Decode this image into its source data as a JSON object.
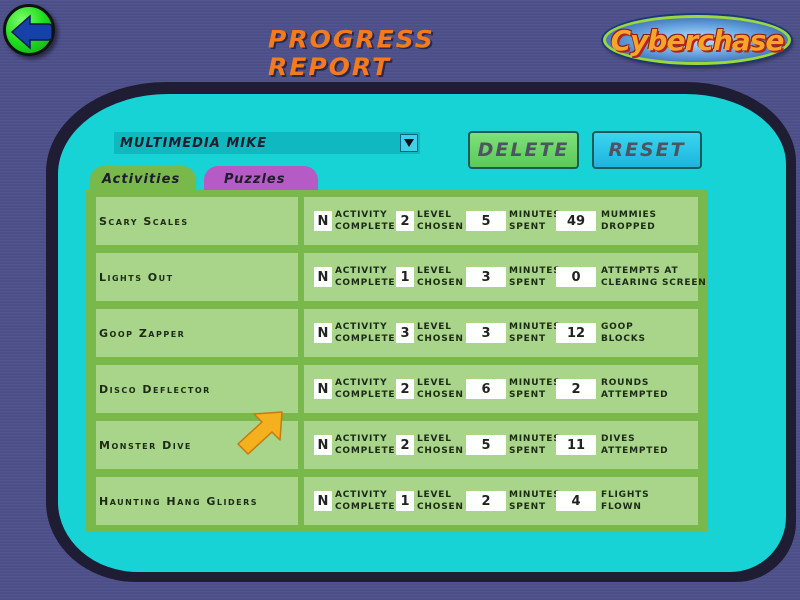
{
  "header": {
    "title": "Progress Report",
    "logo_text": "Cyberchase",
    "back_button_icon": "back-arrow-icon"
  },
  "controls": {
    "player_selected": "Multimedia Mike",
    "delete_label": "Delete",
    "reset_label": "Reset"
  },
  "tabs": [
    {
      "label": "Activities",
      "active": true
    },
    {
      "label": "Puzzles",
      "active": false
    }
  ],
  "labels": {
    "activity_complete": [
      "Activity",
      "Complete"
    ],
    "level_chosen": [
      "Level",
      "Chosen"
    ],
    "minutes_spent": [
      "Minutes",
      "Spent"
    ]
  },
  "activities": [
    {
      "name": "Scary Scales",
      "complete": "N",
      "level": "2",
      "minutes": "5",
      "stat": "49",
      "stat_label": [
        "Mummies",
        "Dropped"
      ]
    },
    {
      "name": "Lights Out",
      "complete": "N",
      "level": "1",
      "minutes": "3",
      "stat": "0",
      "stat_label": [
        "Attempts at",
        "Clearing Screen"
      ]
    },
    {
      "name": "Goop Zapper",
      "complete": "N",
      "level": "3",
      "minutes": "3",
      "stat": "12",
      "stat_label": [
        "Goop",
        "Blocks"
      ]
    },
    {
      "name": "Disco Deflector",
      "complete": "N",
      "level": "2",
      "minutes": "6",
      "stat": "2",
      "stat_label": [
        "Rounds",
        "Attempted"
      ]
    },
    {
      "name": "Monster Dive",
      "complete": "N",
      "level": "2",
      "minutes": "5",
      "stat": "11",
      "stat_label": [
        "Dives",
        "Attempted"
      ]
    },
    {
      "name": "Haunting Hang Gliders",
      "complete": "N",
      "level": "1",
      "minutes": "2",
      "stat": "4",
      "stat_label": [
        "Flights",
        "Flown"
      ]
    }
  ],
  "colors": {
    "background": "#4d4f8a",
    "screen": "#17d3d6",
    "panel": "#79b84a",
    "cell": "#a8d58a",
    "title": "#f47a1e",
    "puzzles_tab": "#b65ac6",
    "pointer": "#f5b01e"
  }
}
